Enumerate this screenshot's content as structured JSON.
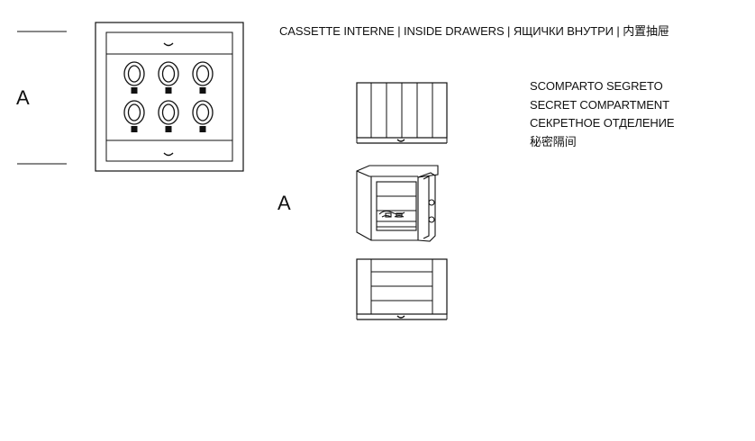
{
  "header": {
    "title": "CASSETTE INTERNE | INSIDE DRAWERS | ЯЩИЧКИ ВНУТРИ | 内置抽屉"
  },
  "labels": {
    "section_marker_left": "A",
    "section_marker_center": "A"
  },
  "secret_compartment": {
    "lines": [
      "SCOMPARTO SEGRETO",
      "SECRET COMPARTMENT",
      "СЕКРЕТНОЕ ОТДЕЛЕНИЕ",
      "秘密隔间"
    ]
  },
  "colors": {
    "line": "#111111",
    "background": "#ffffff"
  },
  "icons": [
    "drawer-handle-icon",
    "watch-winder-icon",
    "safe-open-icon"
  ]
}
